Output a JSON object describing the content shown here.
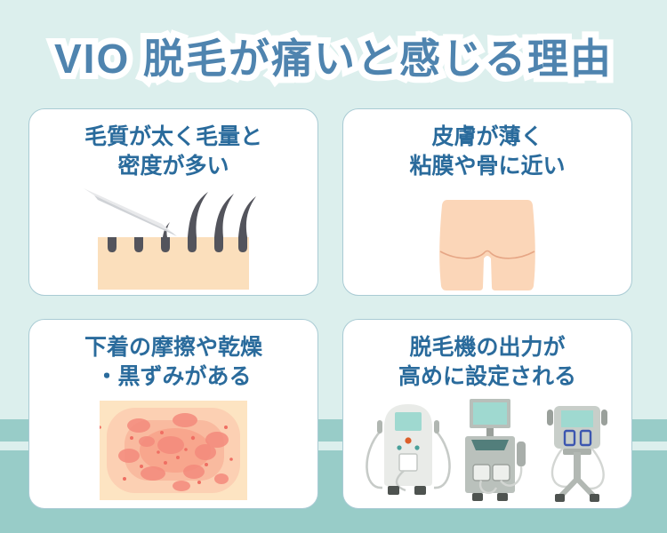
{
  "title": "VIO 脱毛が痛いと感じる理由",
  "colors": {
    "background": "#dcefed",
    "stripe_teal": "#98ccc8",
    "title_blue": "#4f84af",
    "heading_blue": "#2a6b9c",
    "card_border": "#a9cbd4",
    "card_background": "#ffffff",
    "skin_peach": "#fbdfbc",
    "irritation_red": "#f48a7c",
    "machine_screen_teal": "#9fd9d0"
  },
  "cards": [
    {
      "heading_line1": "毛質が太く毛量と",
      "heading_line2": "密度が多い",
      "illustration": "skin-with-thick-hairs-and-razor"
    },
    {
      "heading_line1": "皮膚が薄く",
      "heading_line2": "粘膜や骨に近い",
      "illustration": "buttocks-rear-view"
    },
    {
      "heading_line1": "下着の摩擦や乾燥",
      "heading_line2": "・黒ずみがある",
      "illustration": "irritated-red-skin-patch"
    },
    {
      "heading_line1": "脱毛機の出力が",
      "heading_line2": "高めに設定される",
      "illustration": "three-hair-removal-machines"
    }
  ]
}
